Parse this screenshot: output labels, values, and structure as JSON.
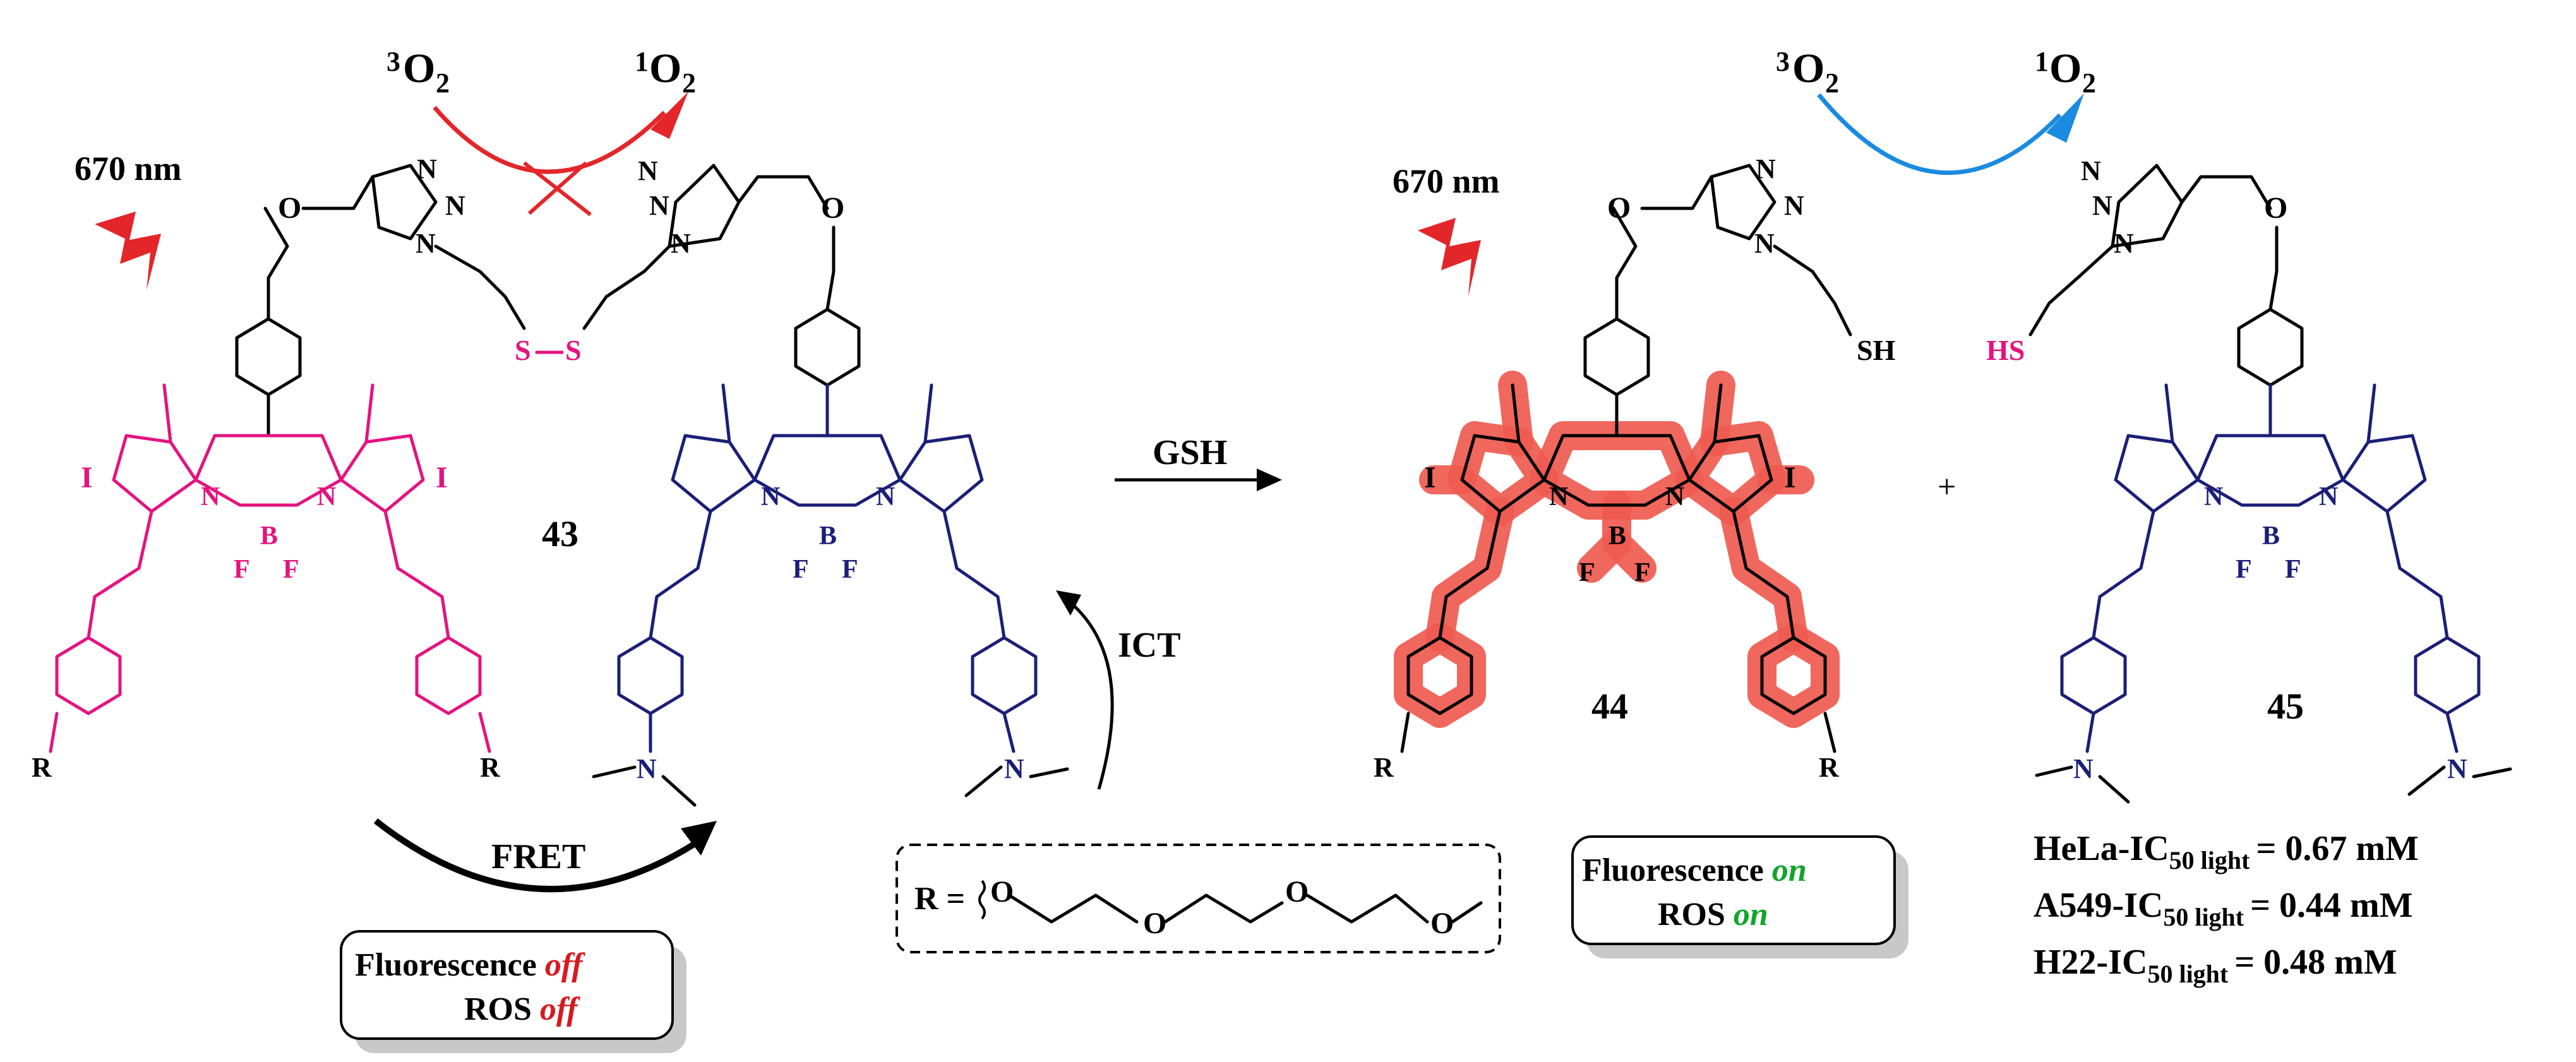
{
  "colors": {
    "pink": "#e4137f",
    "navy": "#1b1f77",
    "red_arrow": "#e3262a",
    "blue_arrow": "#1a8be0",
    "highlight": "#ef5a4f",
    "off_text": "#d71920",
    "on_text": "#11a52a"
  },
  "oxygen": {
    "triplet_sup": "3",
    "singlet_sup": "1",
    "base": "O",
    "sub": "2"
  },
  "wavelength": "670 nm",
  "compounds": {
    "dimer": "43",
    "product_left": "44",
    "product_right": "45"
  },
  "atoms": {
    "iodine": "I",
    "nitrogen": "N",
    "boron": "B",
    "fluorine": "F",
    "oxygen": "O",
    "sulfur": "S",
    "thiol": "SH",
    "thiol_left": "HS",
    "r_group": "R"
  },
  "arrows": {
    "reagent": "GSH",
    "fret": "FRET",
    "ict": "ICT",
    "plus": "+"
  },
  "status_off": {
    "fluorescence": "Fluorescence",
    "fluorescence_state": "off",
    "ros": "ROS",
    "ros_state": "off"
  },
  "status_on": {
    "fluorescence": "Fluorescence",
    "fluorescence_state": "on",
    "ros": "ROS",
    "ros_state": "on"
  },
  "r_definition": {
    "prefix": "R =",
    "oxygen": "O"
  },
  "ic50": [
    {
      "cell": "HeLa-IC",
      "sub": "50 light",
      "value": "= 0.67 mM"
    },
    {
      "cell": "A549-IC",
      "sub": "50 light",
      "value": "= 0.44 mM"
    },
    {
      "cell": "H22-IC",
      "sub": "50 light",
      "value": "= 0.48 mM"
    }
  ]
}
